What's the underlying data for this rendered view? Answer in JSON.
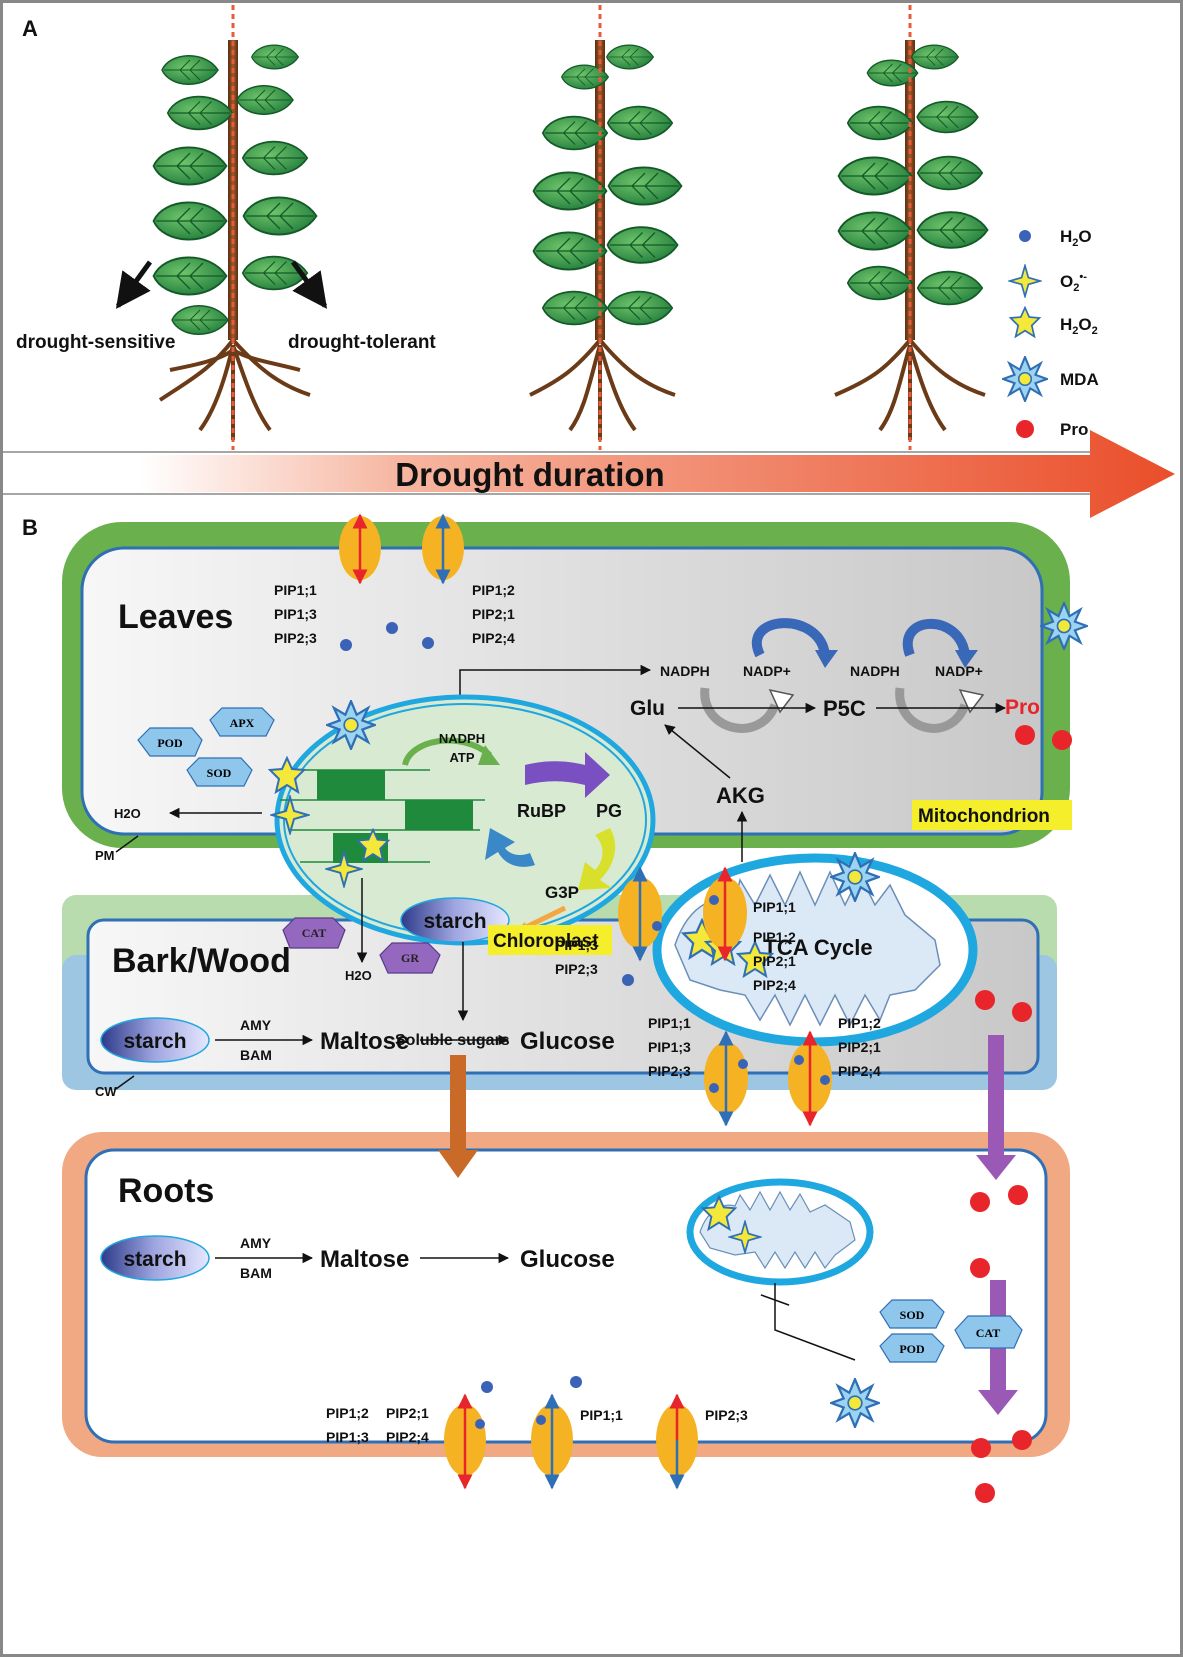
{
  "panel_a": {
    "label": "A",
    "arrow_left": "drought-sensitive",
    "arrow_right": "drought-tolerant",
    "timeline": "Drought duration",
    "legend": [
      {
        "key": "h2o",
        "main": "H",
        "sub": "2",
        "rest": "O"
      },
      {
        "key": "o2",
        "main": "O",
        "sub": "2",
        "sup": "•-"
      },
      {
        "key": "h2o2",
        "main": "H",
        "sub": "2",
        "rest": "O",
        "sub2": "2"
      },
      {
        "key": "mda",
        "main": "MDA"
      },
      {
        "key": "pro",
        "main": "Pro"
      }
    ]
  },
  "panel_b": {
    "label": "B",
    "pm": "PM",
    "cw": "CW",
    "leaves": {
      "title": "Leaves",
      "pip_left": [
        "PIP1;1",
        "PIP1;3",
        "PIP2;3"
      ],
      "pip_right": [
        "PIP1;2",
        "PIP2;1",
        "PIP2;4"
      ],
      "nadph": "NADPH",
      "nadp": "NADP+",
      "glu": "Glu",
      "p5c": "P5C",
      "pro": "Pro",
      "akg": "AKG",
      "tca": "TCA Cycle",
      "mitochondrion": "Mitochondrion",
      "chloroplast": "Chloroplast",
      "chl_nadph": "NADPH",
      "chl_atp": "ATP",
      "rubp": "RuBP",
      "pg": "PG",
      "g3p": "G3P",
      "starch": "starch",
      "soluble": "Soluble sugars",
      "h2o_a": "H2O",
      "h2o_b": "H2O",
      "enzymes": {
        "pod": "POD",
        "apx": "APX",
        "sod": "SOD",
        "cat": "CAT",
        "gr": "GR"
      }
    },
    "bark": {
      "title": "Bark/Wood",
      "pip_top_left": [
        "PIP1;3",
        "PIP2;3"
      ],
      "pip_top_right": [
        "PIP1;1",
        "PIP1;2",
        "PIP2;1",
        "PIP2;4"
      ],
      "pip_bottom_left": [
        "PIP1;1",
        "PIP1;3",
        "PIP2;3"
      ],
      "pip_bottom_right": [
        "PIP1;2",
        "PIP2;1",
        "PIP2;4"
      ],
      "starch": "starch",
      "amy": "AMY",
      "bam": "BAM",
      "maltose": "Maltose",
      "glucose": "Glucose"
    },
    "roots": {
      "title": "Roots",
      "starch": "starch",
      "amy": "AMY",
      "bam": "BAM",
      "maltose": "Maltose",
      "glucose": "Glucose",
      "pip_a": [
        "PIP1;2",
        "PIP1;3"
      ],
      "pip_b": [
        "PIP2;1",
        "PIP2;4"
      ],
      "pip_c": "PIP1;1",
      "pip_d": "PIP2;3",
      "enzymes": {
        "sod": "SOD",
        "pod": "POD",
        "cat": "CAT"
      }
    }
  },
  "colors": {
    "leaf_green": "#2e9b48",
    "cell_green": "#6ab04c",
    "bark_green": "#b8dcae",
    "bark_blue": "#9dc6e3",
    "root_orange": "#f0a983",
    "membrane_blue": "#2f6fb5",
    "aquaporin": "#f5b324",
    "water": "#3a63b8",
    "proline": "#e8252a",
    "drought_arrow": "#ea4e2a"
  }
}
